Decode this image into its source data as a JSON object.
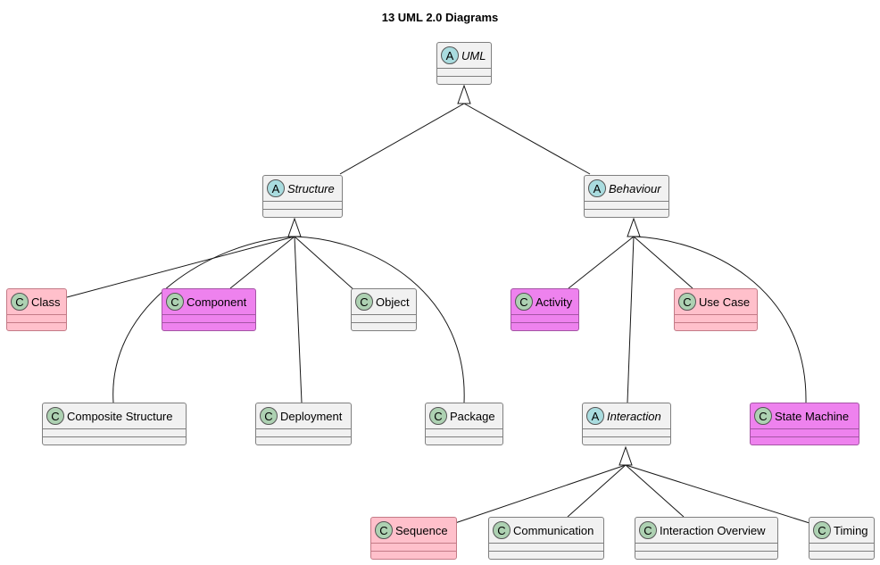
{
  "title": "13 UML 2.0 Diagrams",
  "nodes": {
    "uml": {
      "label": "UML",
      "stereotype": "A",
      "abstract": true,
      "color": "#f1f1f1"
    },
    "structure": {
      "label": "Structure",
      "stereotype": "A",
      "abstract": true,
      "color": "#f1f1f1"
    },
    "behaviour": {
      "label": "Behaviour",
      "stereotype": "A",
      "abstract": true,
      "color": "#f1f1f1"
    },
    "class": {
      "label": "Class",
      "stereotype": "C",
      "abstract": false,
      "color": "#ffc0cb"
    },
    "component": {
      "label": "Component",
      "stereotype": "C",
      "abstract": false,
      "color": "#ee82ee"
    },
    "object": {
      "label": "Object",
      "stereotype": "C",
      "abstract": false,
      "color": "#f1f1f1"
    },
    "composite_structure": {
      "label": "Composite Structure",
      "stereotype": "C",
      "abstract": false,
      "color": "#f1f1f1"
    },
    "deployment": {
      "label": "Deployment",
      "stereotype": "C",
      "abstract": false,
      "color": "#f1f1f1"
    },
    "package": {
      "label": "Package",
      "stereotype": "C",
      "abstract": false,
      "color": "#f1f1f1"
    },
    "activity": {
      "label": "Activity",
      "stereotype": "C",
      "abstract": false,
      "color": "#ee82ee"
    },
    "use_case": {
      "label": "Use Case",
      "stereotype": "C",
      "abstract": false,
      "color": "#ffc0cb"
    },
    "interaction": {
      "label": "Interaction",
      "stereotype": "A",
      "abstract": true,
      "color": "#f1f1f1"
    },
    "state_machine": {
      "label": "State Machine",
      "stereotype": "C",
      "abstract": false,
      "color": "#ee82ee"
    },
    "sequence": {
      "label": "Sequence",
      "stereotype": "C",
      "abstract": false,
      "color": "#ffc0cb"
    },
    "communication": {
      "label": "Communication",
      "stereotype": "C",
      "abstract": false,
      "color": "#f1f1f1"
    },
    "interaction_overview": {
      "label": "Interaction Overview",
      "stereotype": "C",
      "abstract": false,
      "color": "#f1f1f1"
    },
    "timing": {
      "label": "Timing",
      "stereotype": "C",
      "abstract": false,
      "color": "#f1f1f1"
    }
  },
  "edges": [
    {
      "from": "structure",
      "to": "uml",
      "type": "generalization"
    },
    {
      "from": "behaviour",
      "to": "uml",
      "type": "generalization"
    },
    {
      "from": "class",
      "to": "structure",
      "type": "generalization"
    },
    {
      "from": "component",
      "to": "structure",
      "type": "generalization"
    },
    {
      "from": "object",
      "to": "structure",
      "type": "generalization"
    },
    {
      "from": "composite_structure",
      "to": "structure",
      "type": "generalization"
    },
    {
      "from": "deployment",
      "to": "structure",
      "type": "generalization"
    },
    {
      "from": "package",
      "to": "structure",
      "type": "generalization"
    },
    {
      "from": "activity",
      "to": "behaviour",
      "type": "generalization"
    },
    {
      "from": "use_case",
      "to": "behaviour",
      "type": "generalization"
    },
    {
      "from": "interaction",
      "to": "behaviour",
      "type": "generalization"
    },
    {
      "from": "state_machine",
      "to": "behaviour",
      "type": "generalization"
    },
    {
      "from": "sequence",
      "to": "interaction",
      "type": "generalization"
    },
    {
      "from": "communication",
      "to": "interaction",
      "type": "generalization"
    },
    {
      "from": "interaction_overview",
      "to": "interaction",
      "type": "generalization"
    },
    {
      "from": "timing",
      "to": "interaction",
      "type": "generalization"
    }
  ]
}
